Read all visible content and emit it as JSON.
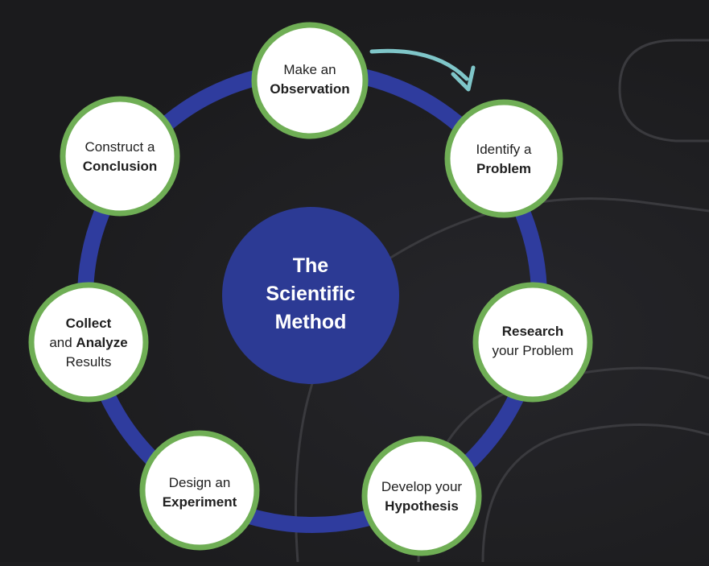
{
  "center": {
    "lines": [
      "The",
      "Scientific",
      "Method"
    ]
  },
  "steps": [
    {
      "line1": {
        "normal": "Make an",
        "bold": ""
      },
      "line2": {
        "normal": "",
        "bold": "Observation"
      }
    },
    {
      "line1": {
        "normal": "Identify a",
        "bold": ""
      },
      "line2": {
        "normal": "",
        "bold": "Problem"
      }
    },
    {
      "line1": {
        "normal": "",
        "bold": "Research"
      },
      "line2": {
        "normal": "your Problem",
        "bold": ""
      }
    },
    {
      "line1": {
        "normal": "Develop your",
        "bold": ""
      },
      "line2": {
        "normal": "",
        "bold": "Hypothesis"
      }
    },
    {
      "line1": {
        "normal": "Design an",
        "bold": ""
      },
      "line2": {
        "normal": "",
        "bold": "Experiment"
      }
    },
    {
      "line1": {
        "normal": "",
        "bold": "Collect"
      },
      "line2": {
        "normal": "and ",
        "bold": "Analyze"
      },
      "line3": {
        "normal": "Results",
        "bold": ""
      }
    },
    {
      "line1": {
        "normal": "Construct a",
        "bold": ""
      },
      "line2": {
        "normal": "",
        "bold": "Conclusion"
      }
    }
  ],
  "colors": {
    "ring": "#2f3c9e",
    "center_fill": "#2c3a94",
    "node_border": "#6fae55",
    "node_fill": "#ffffff",
    "arrow": "#7fc6c9"
  }
}
